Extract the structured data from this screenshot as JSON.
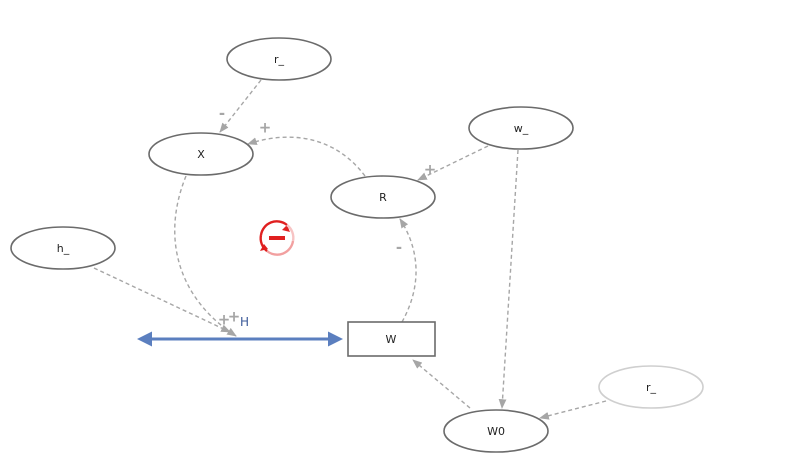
{
  "nodes": {
    "r_top": "r_",
    "x": "X",
    "w_": "w_",
    "r": "R",
    "h_": "h_",
    "w_stock": "W",
    "r_bottom": "r_",
    "w0": "W0"
  },
  "flow": {
    "label": "H"
  },
  "signs": {
    "r_to_x": "-",
    "r_to_x_top": "+",
    "w_to_r": "+",
    "w_to_r_stock": "-",
    "x_to_flow": "+",
    "h_to_flow": "+"
  },
  "colors": {
    "node_stroke": "#6b6b6b",
    "faded_stroke": "#cfcfcf",
    "edge": "#a6a6a6",
    "flow": "#5b7fbf",
    "loop_balancing": "#e02020"
  },
  "loop_icon": "balancing-loop-icon"
}
